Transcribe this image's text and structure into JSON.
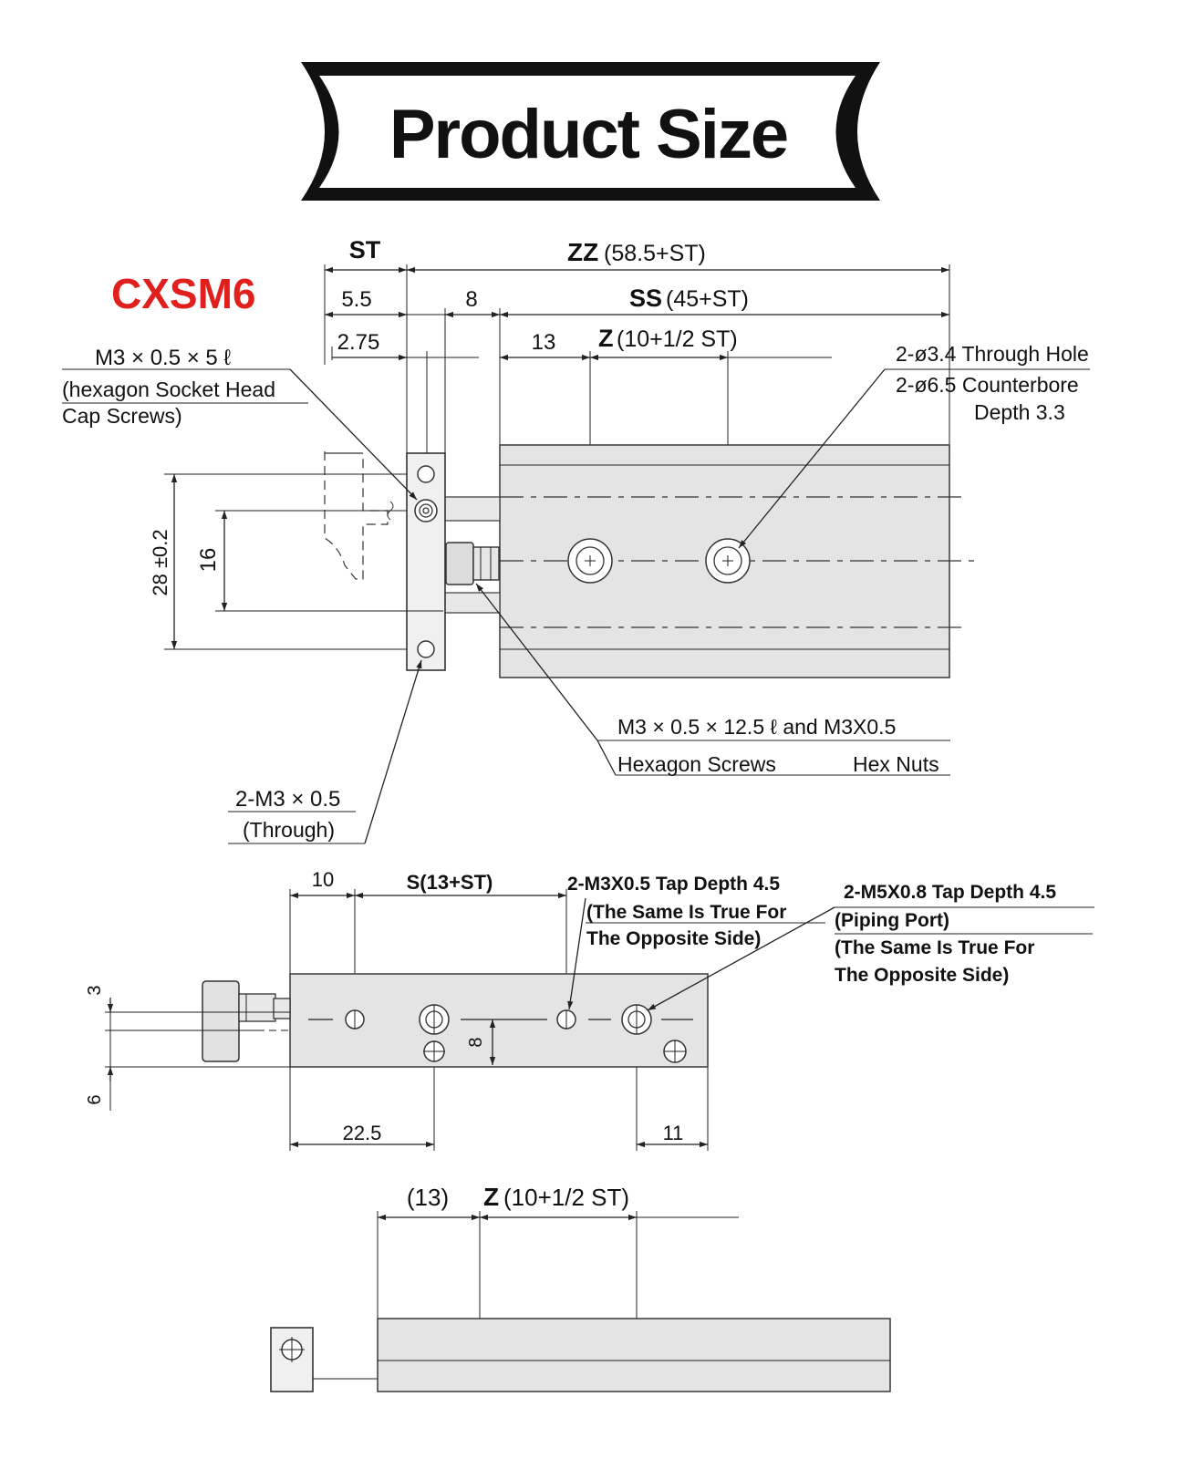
{
  "banner": {
    "title": "Product Size"
  },
  "model": {
    "label": "CXSM6",
    "color": "#e0201c"
  },
  "top_view": {
    "st": "ST",
    "zz_bold": "ZZ",
    "zz_rest": " (58.5+ST)",
    "ss_bold": "SS",
    "ss_rest": "(45+ST)",
    "z_bold": "Z",
    "z_rest": "(10+1/2 ST)",
    "d_5_5": "5.5",
    "d_8": "8",
    "d_2_75": "2.75",
    "d_13": "13",
    "d_28": "28 ±0.2",
    "d_16": "16",
    "cap_screw_line1": "M3 × 0.5 × 5 ℓ",
    "cap_screw_line2": "(hexagon Socket Head",
    "cap_screw_line3": "Cap Screws)",
    "hole_line1": "2-ø3.4 Through Hole",
    "hole_line2": "2-ø6.5 Counterbore",
    "hole_line3": "Depth 3.3",
    "hex_line1": "M3 × 0.5 × 12.5 ℓ and M3X0.5",
    "hex_screws": "Hexagon Screws",
    "hex_nuts": "Hex Nuts",
    "through_line1": "2-M3 × 0.5",
    "through_line2": "(Through)"
  },
  "side_view": {
    "d_10": "10",
    "s_label": "S(13+ST)",
    "tap1_line1": "2-M3X0.5 Tap Depth 4.5",
    "tap1_line2": "(The Same Is True For",
    "tap1_line3": "The Opposite Side)",
    "tap2_line1": "2-M5X0.8 Tap Depth 4.5",
    "tap2_line2": "(Piping Port)",
    "tap2_line3": "(The Same Is True For",
    "tap2_line4": "The Opposite Side)",
    "d_3": "3",
    "d_6": "6",
    "d_8": "8",
    "d_22_5": "22.5",
    "d_11": "11"
  },
  "bottom_view": {
    "d_13": "(13)",
    "z_bold": "Z",
    "z_rest": "(10+1/2 ST)"
  }
}
